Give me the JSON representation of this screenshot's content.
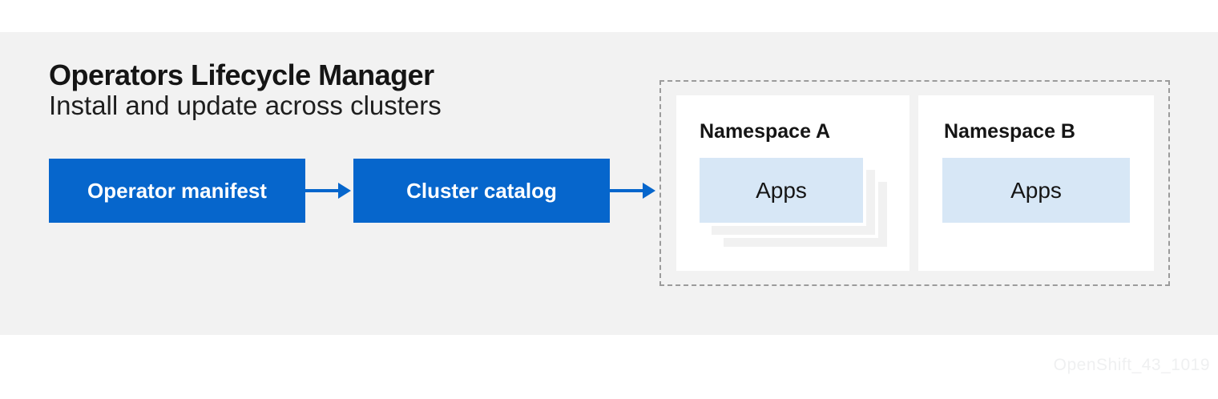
{
  "header": {
    "title": "Operators Lifecycle Manager",
    "subtitle": "Install and update across clusters"
  },
  "flow": {
    "nodes": [
      {
        "label": "Operator manifest"
      },
      {
        "label": "Cluster catalog"
      }
    ],
    "arrow_icons": [
      "right-arrow",
      "right-arrow"
    ]
  },
  "cluster_group": {
    "namespaces": [
      {
        "title": "Namespace A",
        "apps_label": "Apps",
        "stacked_instances": 3
      },
      {
        "title": "Namespace B",
        "apps_label": "Apps",
        "stacked_instances": 1
      }
    ]
  },
  "footer": {
    "watermark": "OpenShift_43_1019"
  },
  "colors": {
    "accent_blue": "#0666cc",
    "apps_light_blue": "#d7e7f6",
    "canvas_gray": "#f2f2f2",
    "card_white": "#ffffff",
    "stack_layer_gray": "#f1f1f1",
    "dashed_border_gray": "#9b9b9b",
    "text_dark": "#151515",
    "watermark_gray": "#eff0f1"
  }
}
